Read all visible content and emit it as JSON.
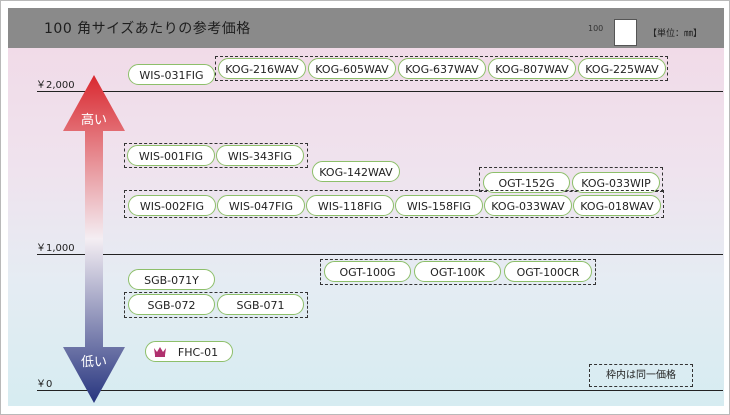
{
  "title": "100 角サイズあたりの参考価格",
  "scale": {
    "number": "100",
    "unit": "【単位：㎜】"
  },
  "y_labels": {
    "top": "￥2,000",
    "mid": "￥1,000",
    "bottom": "￥0"
  },
  "arrow": {
    "high": "高い",
    "low": "低い"
  },
  "products": {
    "wis031": "WIS-031FIG",
    "kog216": "KOG-216WAV",
    "kog605": "KOG-605WAV",
    "kog637": "KOG-637WAV",
    "kog807": "KOG-807WAV",
    "kog225": "KOG-225WAV",
    "wis001": "WIS-001FIG",
    "wis343": "WIS-343FIG",
    "kog142": "KOG-142WAV",
    "ogt152": "OGT-152G",
    "kog033wip": "KOG-033WIP",
    "wis002": "WIS-002FIG",
    "wis047": "WIS-047FIG",
    "wis118": "WIS-118FIG",
    "wis158": "WIS-158FIG",
    "kog033wav": "KOG-033WAV",
    "kog018": "KOG-018WAV",
    "ogt100": "OGT-100G",
    "ogt100k": "OGT-100K",
    "ogt100cr": "OGT-100CR",
    "sgb071y": "SGB-071Y",
    "sgb072": "SGB-072",
    "sgb071": "SGB-071",
    "fhc01": "FHC-01"
  },
  "legend": "枠内は同一価格",
  "colors": {
    "arrow_top": "#e0343a",
    "arrow_bottom": "#2b3b8c",
    "pill_border": "#8dbf6a"
  }
}
